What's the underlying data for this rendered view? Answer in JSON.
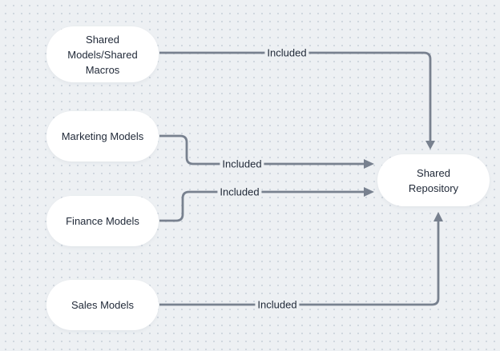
{
  "diagram": {
    "type": "flowchart",
    "colors": {
      "background": "#edf0f3",
      "grid_dots": "#d0d7df",
      "node_fill": "#ffffff",
      "node_text": "#1f2837",
      "connector": "#78818f"
    },
    "nodes": [
      {
        "id": "shared-models",
        "label": "Shared Models/Shared Macros"
      },
      {
        "id": "marketing",
        "label": "Marketing Models"
      },
      {
        "id": "finance",
        "label": "Finance Models"
      },
      {
        "id": "sales",
        "label": "Sales Models"
      },
      {
        "id": "repo",
        "label": "Shared Repository"
      }
    ],
    "edges": [
      {
        "from": "shared-models",
        "to": "repo",
        "label": "Included"
      },
      {
        "from": "marketing",
        "to": "repo",
        "label": "Included"
      },
      {
        "from": "finance",
        "to": "repo",
        "label": "Included"
      },
      {
        "from": "sales",
        "to": "repo",
        "label": "Included"
      }
    ]
  }
}
